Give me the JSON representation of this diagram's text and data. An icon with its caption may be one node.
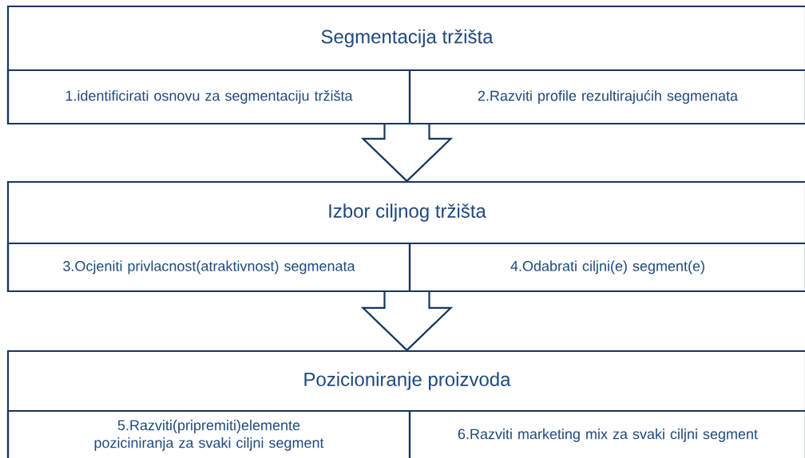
{
  "diagram": {
    "nodes": [
      {
        "text": [
          "Segmentacija tržišta"
        ]
      },
      {
        "text": [
          "1.identificirati osnovu za segmentaciju tržišta"
        ],
        "in": 0
      },
      {
        "text": [
          "2.Razviti profile rezultirajućih segmenata"
        ],
        "in": 0
      },
      {
        "text": [
          "Izbor ciljnog tržišta"
        ]
      },
      {
        "text": [
          "3.Ocjeniti privlacnost(atraktivnost) segmenata"
        ],
        "in": 3
      },
      {
        "text": [
          "4.Odabrati ciljni(e) segment(e)"
        ],
        "in": 3
      },
      {
        "text": [
          "Pozicioniranje proizvoda"
        ]
      },
      {
        "text": [
          "5.Razviti(pripremiti)elemente poziciniranja za svaki ciljni segment"
        ],
        "in": 6
      },
      {
        "text": [
          "6.Razviti marketing mix za svaki  ciljni segment"
        ],
        "in": 6
      }
    ],
    "edges": [
      {
        "from": 0,
        "to": 3,
        "arrow": "to"
      },
      {
        "from": 3,
        "to": 6,
        "arrow": "to"
      }
    ]
  }
}
